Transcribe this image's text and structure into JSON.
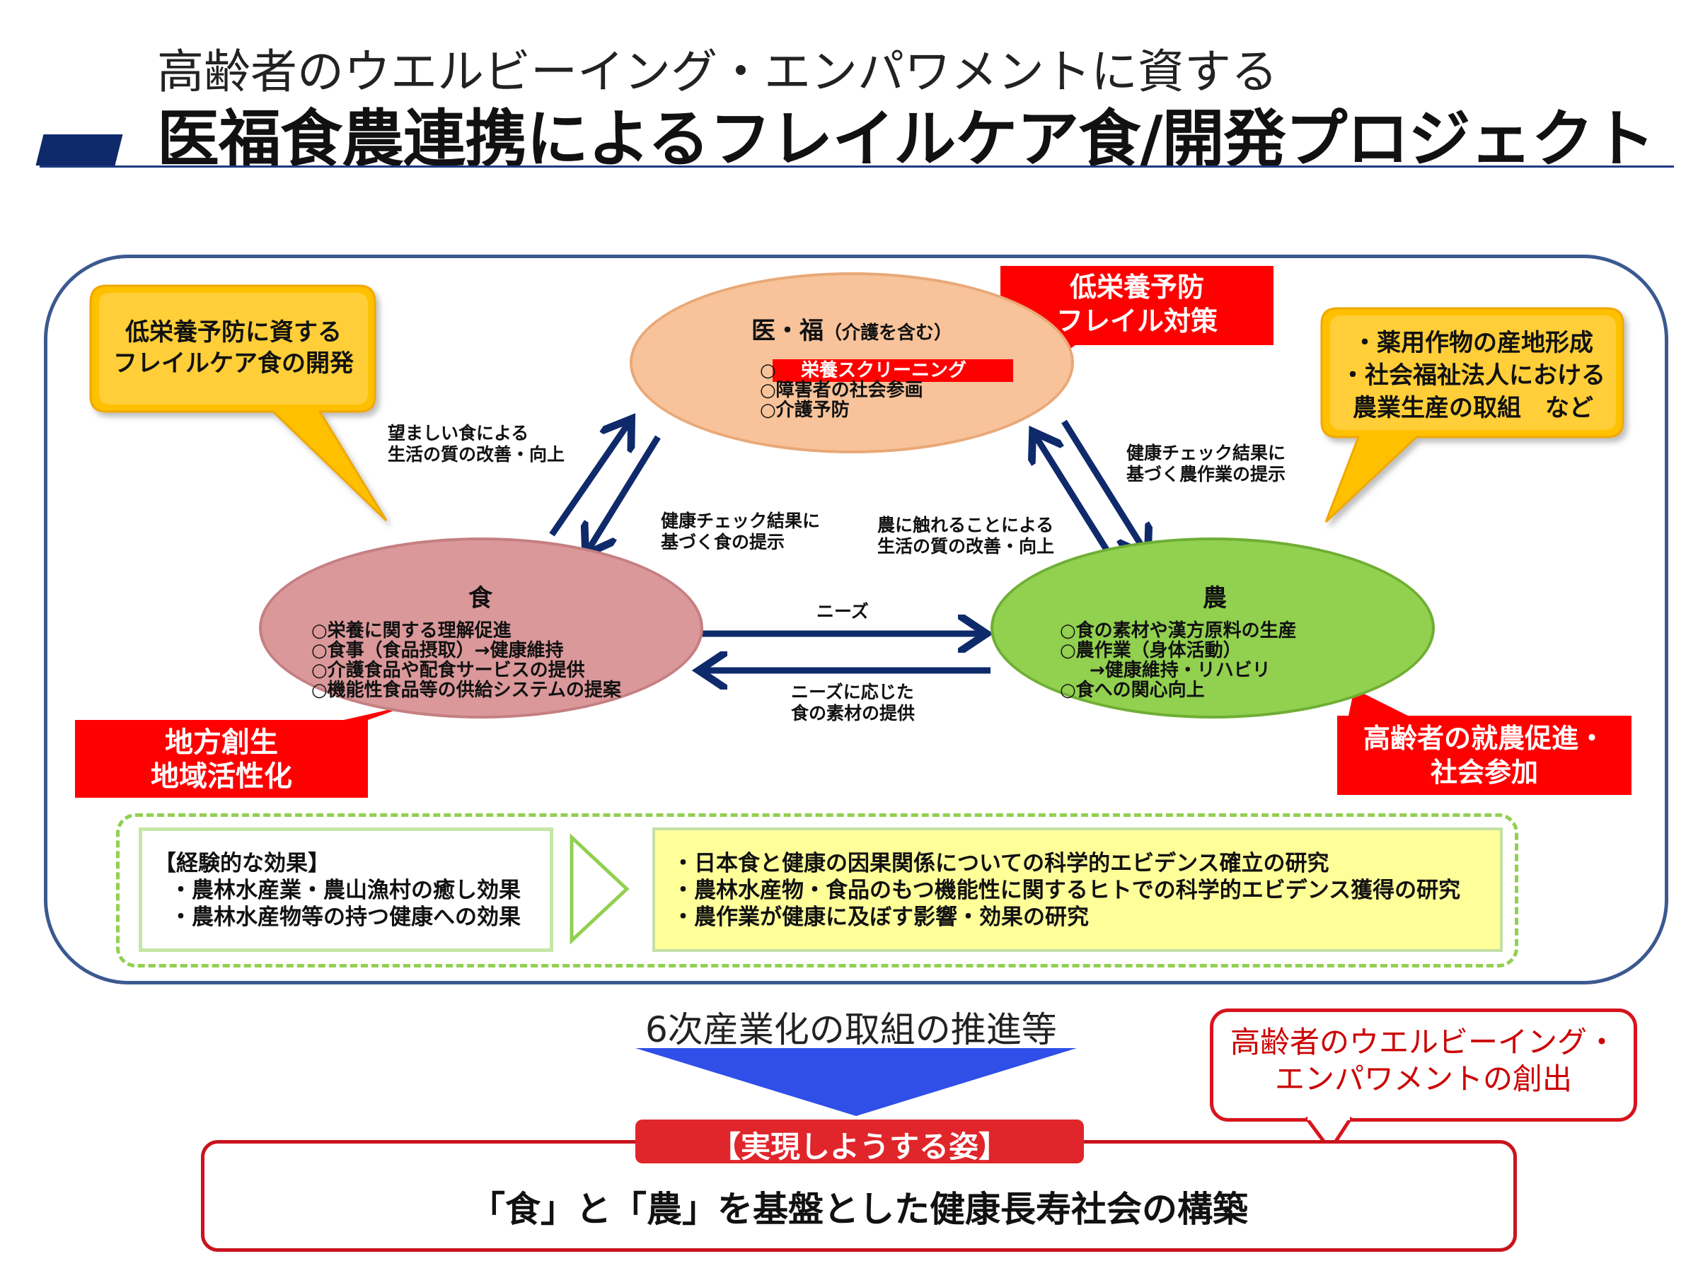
{
  "header": {
    "subtitle": "高齢者のウエルビーイング・エンパワメントに資する",
    "title": "医福食農連携によるフレイルケア食/開発プロジェクト"
  },
  "medical": {
    "title": "医・福",
    "title_note": "（介護を含む）",
    "highlight": "栄養スクリーニング",
    "items": [
      "○",
      "○障害者の社会参画",
      "○介護予防"
    ]
  },
  "food": {
    "title": "食",
    "items": [
      "○栄養に関する理解促進",
      "○食事（食品摂取）→健康維持",
      "○介護食品や配食サービスの提供",
      "○機能性食品等の供給システムの提案"
    ]
  },
  "agriculture": {
    "title": "農",
    "items": [
      "○食の素材や漢方原料の生産",
      "○農作業（身体活動）",
      "→健康維持・リハビリ",
      "○食への関心向上"
    ]
  },
  "callouts": {
    "frail_care_food": [
      "低栄養予防に資する",
      "フレイルケア食の開発"
    ],
    "medicinal_crops": [
      "・薬用作物の産地形成",
      "・社会福祉法人における",
      "農業生産の取組　など"
    ],
    "malnutrition": [
      "低栄養予防",
      "フレイル対策"
    ],
    "regional": [
      "地方創生",
      "地域活性化"
    ],
    "elderly_farming": [
      "高齢者の就農促進・",
      "社会参加"
    ]
  },
  "arrow_labels": {
    "food_to_med": [
      "望ましい食による",
      "生活の質の改善・向上"
    ],
    "med_to_food": [
      "健康チェック結果に",
      "基づく食の提示"
    ],
    "agri_to_med": [
      "農に触れることによる",
      "生活の質の改善・向上"
    ],
    "med_to_agri": [
      "健康チェック結果に",
      "基づく農作業の提示"
    ],
    "needs": "ニーズ",
    "supply": [
      "ニーズに応じた",
      "食の素材の提供"
    ]
  },
  "effects": {
    "heading": "【経験的な効果】",
    "items": [
      "・農林水産業・農山漁村の癒し効果",
      "・農林水産物等の持つ健康への効果"
    ]
  },
  "research": {
    "items": [
      "・日本食と健康の因果関係についての科学的エビデンス確立の研究",
      "・農林水産物・食品のもつ機能性に関するヒトでの科学的エビデンス獲得の研究",
      "・農作業が健康に及ぼす影響・効果の研究"
    ]
  },
  "bottom": {
    "sixth_industry": "6次産業化の取組の推進等",
    "goal_tag": "【実現しようする姿】",
    "goal": "「食」と「農」を基盤とした健康長寿社会の構築",
    "wellbeing": [
      "高齢者のウエルビーイング・",
      "エンパワメントの創出"
    ]
  },
  "colors": {
    "navy": "#0f2a6b",
    "red": "#ff0000",
    "callout_yellow": "#ffc000",
    "peach": "#f8c39a",
    "pink": "#da989a",
    "green": "#92d050"
  }
}
